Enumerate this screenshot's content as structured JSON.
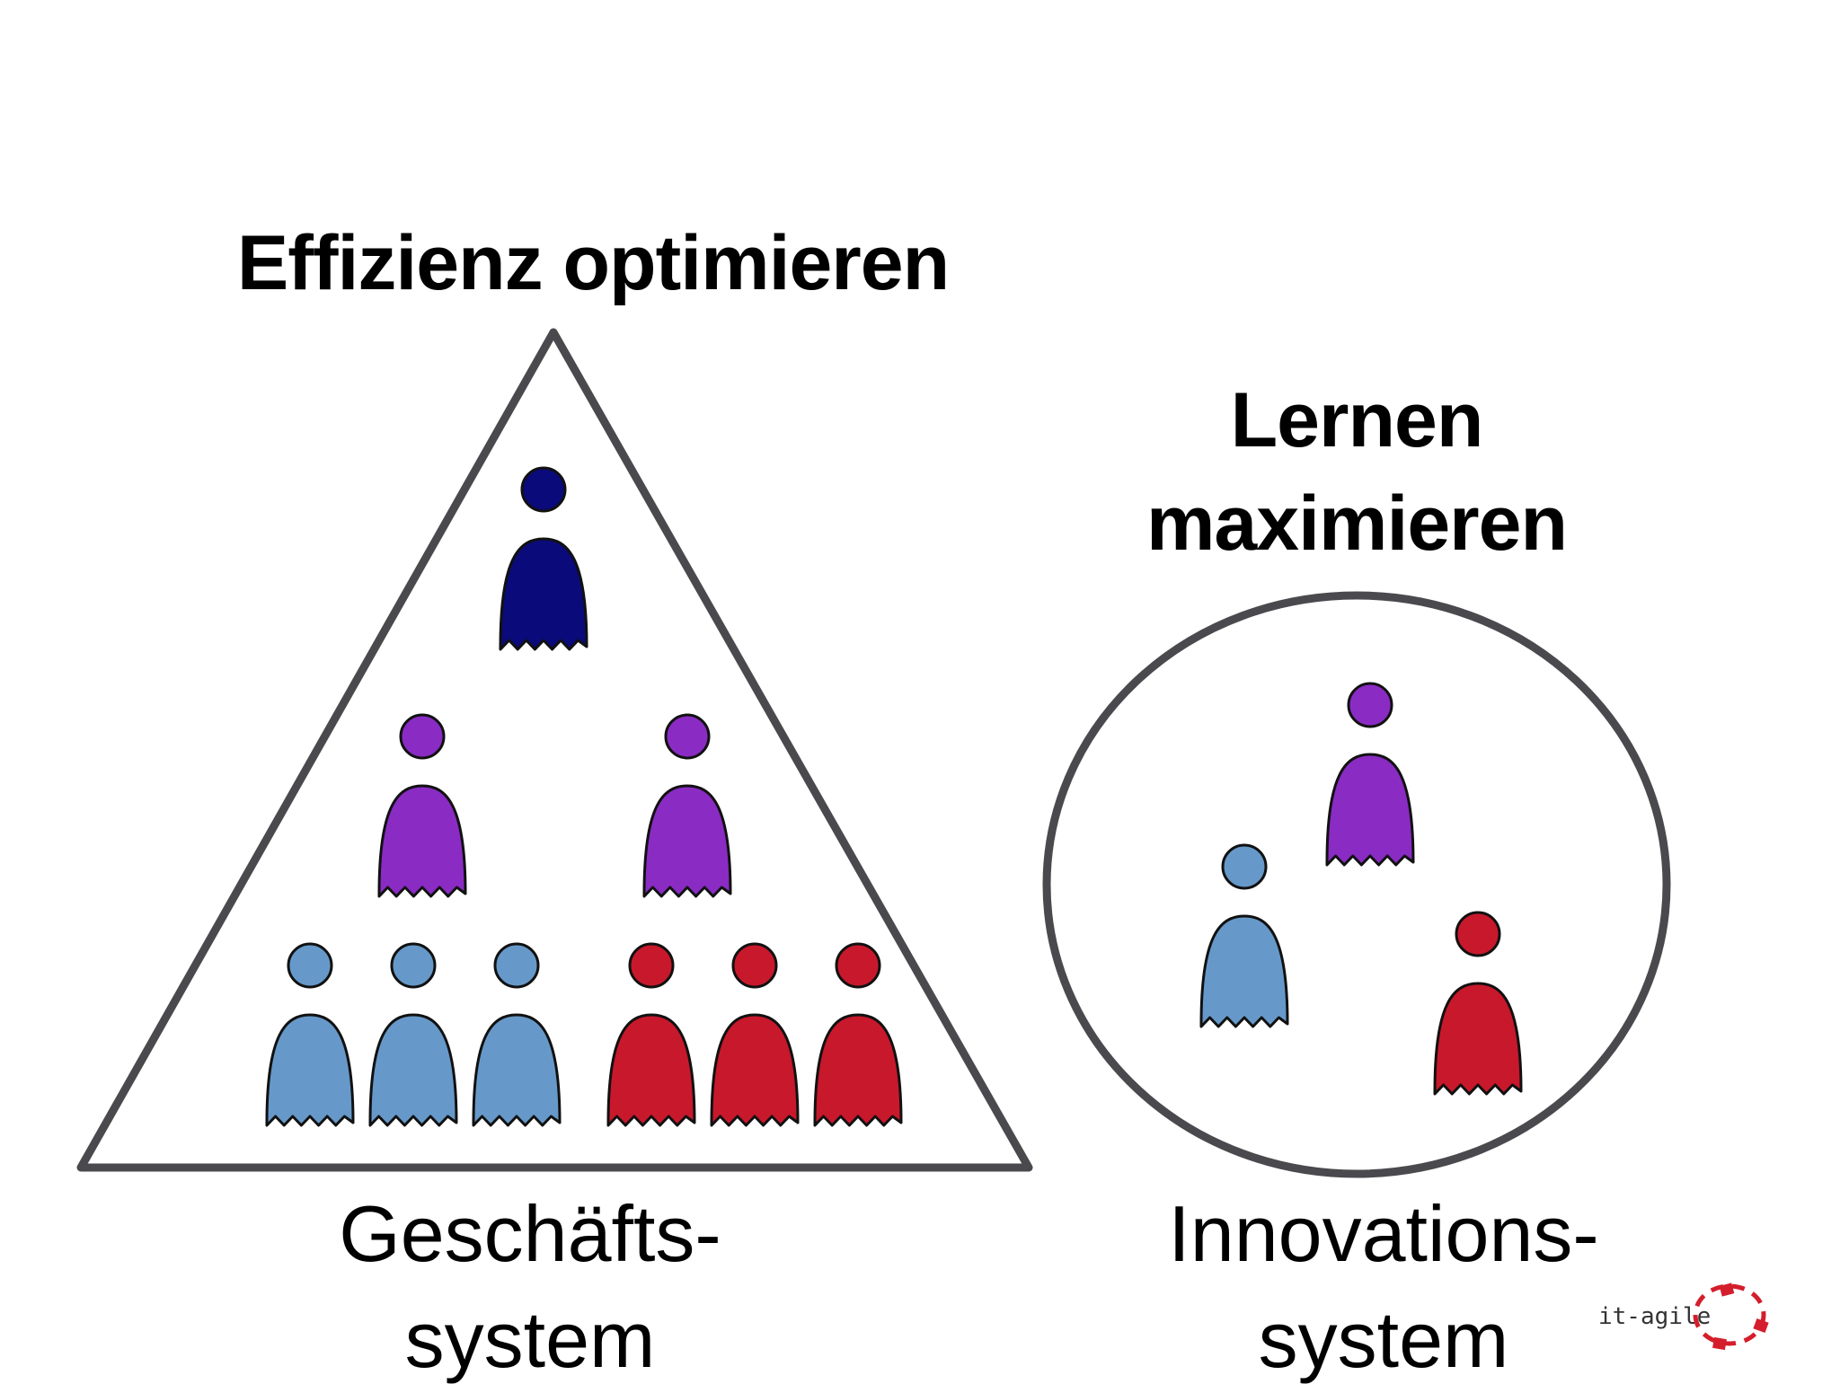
{
  "left_diagram": {
    "heading": "Effizienz optimieren",
    "caption_line1": "Geschäfts-",
    "caption_line2": "system"
  },
  "right_diagram": {
    "heading_line1": "Lernen",
    "heading_line2": "maximieren",
    "caption_line1": "Innovations-",
    "caption_line2": "system"
  },
  "logo": {
    "text": "it-agile"
  },
  "colors": {
    "outline": "#4a4a4e",
    "leader": "#0a0a7a",
    "manager": "#8a2bc4",
    "blue_team": "#6699c9",
    "red_team": "#c8182c"
  }
}
